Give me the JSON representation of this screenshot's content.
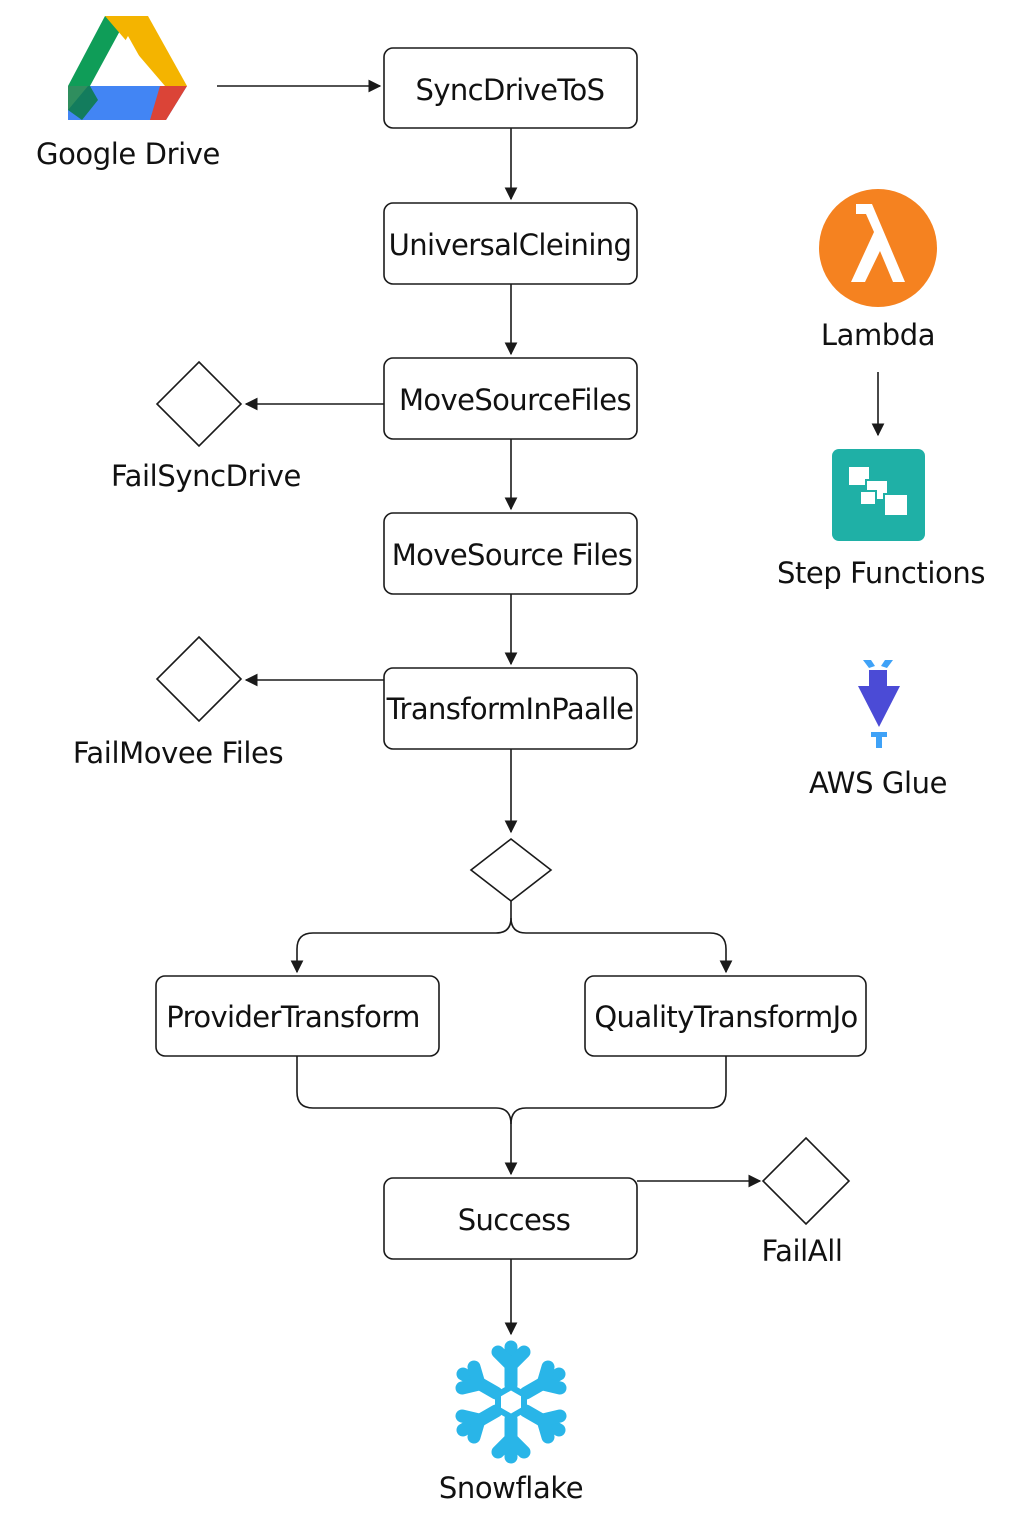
{
  "services": {
    "google_drive": "Google Drive",
    "lambda": "Lambda",
    "step_functions": "Step Functions",
    "aws_glue": "AWS Glue",
    "snowflake": "Snowflake"
  },
  "steps": {
    "sync_drive": "SyncDriveToS",
    "universal_cleaning": "UniversalCleining",
    "move_source_files_1": "MoveSourceFiles",
    "move_source_files_2": "MoveSource Files",
    "transform_in_parallel": "TransformInPaalle",
    "provider_transform": "ProviderTransform",
    "quality_transform": "QualityTransformJo",
    "success": "Success"
  },
  "fail_states": {
    "fail_sync_drive": "FailSyncDrive",
    "fail_move_files": "FailMovee Files",
    "fail_all": "FailAll"
  },
  "colors": {
    "drive_green": "#0F9D58",
    "drive_yellow": "#F4B400",
    "drive_blue": "#4285F4",
    "drive_red": "#DB4437",
    "lambda_orange": "#F58220",
    "step_functions_teal": "#1FB0A6",
    "glue_purple": "#4B4BD6",
    "glue_blue": "#3FA2F7",
    "snowflake_blue": "#29B5E8"
  }
}
